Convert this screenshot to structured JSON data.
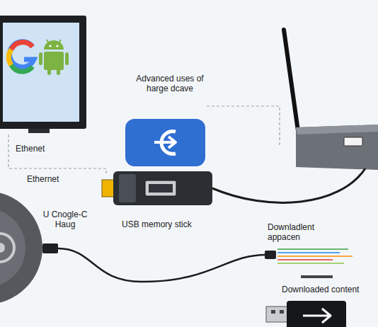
{
  "diagram": {
    "title": "Advanced uses of harge dcave",
    "labels": [
      "Ethenet",
      "Ethernet",
      "U Cnogle-C Haug",
      "USB memory stick",
      "Downladlent appacen",
      "Downloaded content"
    ]
  }
}
